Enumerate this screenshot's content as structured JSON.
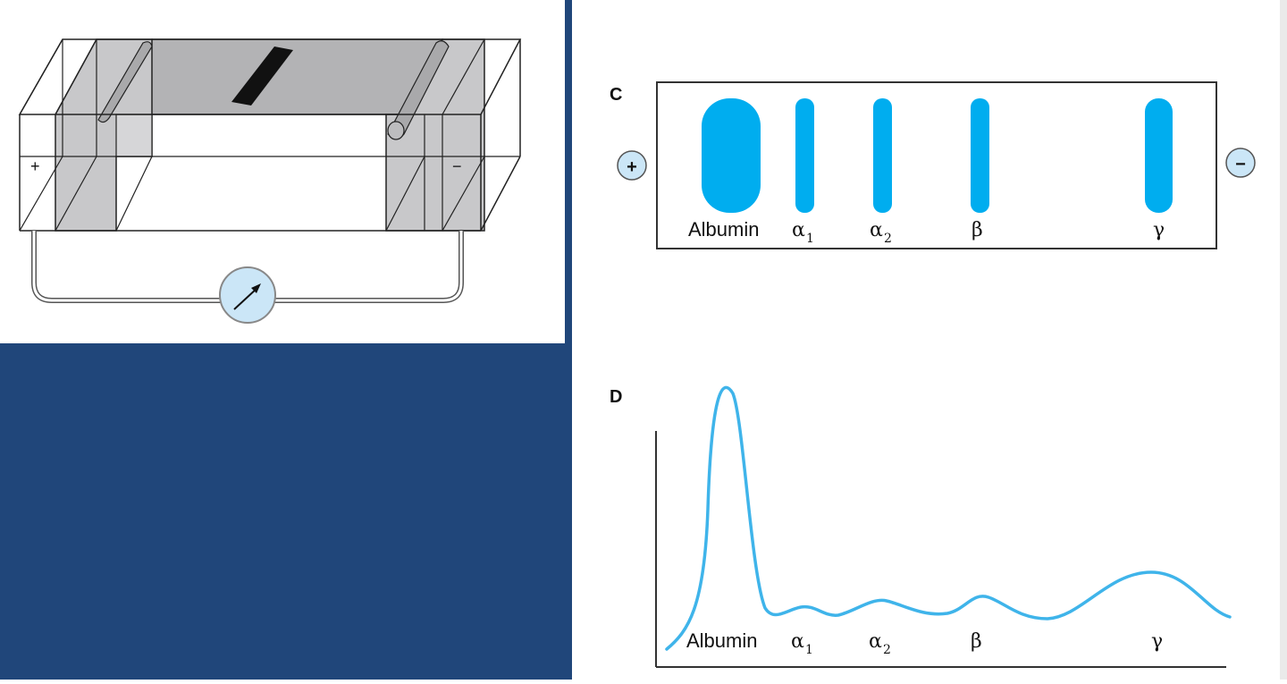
{
  "apparatus": {
    "positive_sign": "+",
    "negative_sign": "−"
  },
  "gel_strip": {
    "panel_letter": "C",
    "positive_pole": "+",
    "negative_pole": "−",
    "bands": [
      {
        "label": "Albumin",
        "sub": ""
      },
      {
        "label": "α",
        "sub": "1"
      },
      {
        "label": "α",
        "sub": "2"
      },
      {
        "label": "β",
        "sub": ""
      },
      {
        "label": "γ",
        "sub": ""
      }
    ]
  },
  "densitometry": {
    "panel_letter": "D",
    "peaks": [
      {
        "label": "Albumin",
        "sub": ""
      },
      {
        "label": "α",
        "sub": "1"
      },
      {
        "label": "α",
        "sub": "2"
      },
      {
        "label": "β",
        "sub": ""
      },
      {
        "label": "γ",
        "sub": ""
      }
    ]
  },
  "colors": {
    "navy": "#20467a",
    "band_blue": "#00adef",
    "trace_blue": "#3fb4ea",
    "meter_fill": "#cbe6f7",
    "gel_gray": "#b3b3b5"
  }
}
